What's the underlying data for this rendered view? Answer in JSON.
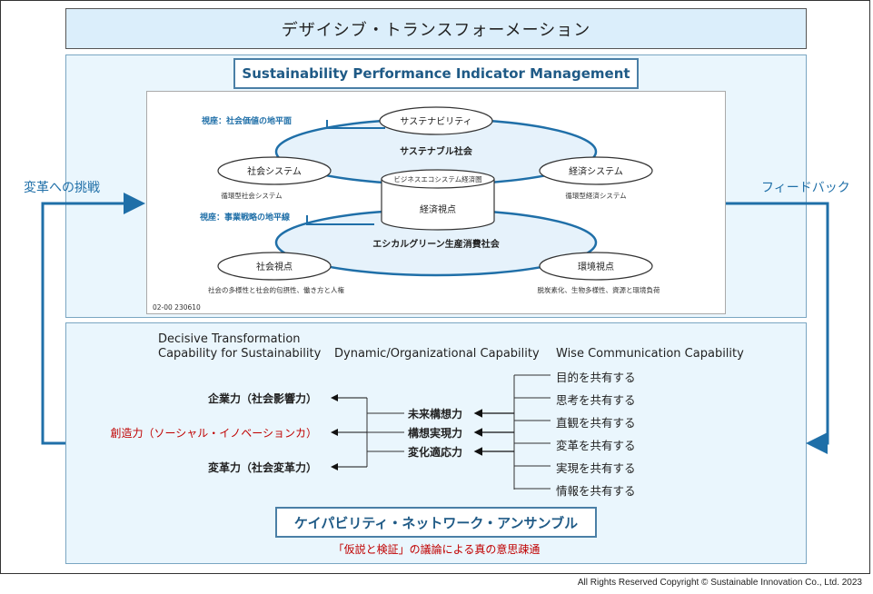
{
  "banner": {
    "title": "デザイシブ・トランスフォーメーション"
  },
  "spim": {
    "title": "Sustainability Performance Indicator Management"
  },
  "side": {
    "left": "変革への挑戦",
    "right": "フィードバック"
  },
  "figure": {
    "view_social": "視座：社会価値の地平面",
    "view_business": "視座：事業戦略の地平線",
    "sustainability": "サステナビリティ",
    "sustainable_society": "サステナブル社会",
    "social_system": "社会システム",
    "social_system_note": "循環型社会システム",
    "eco_system": "経済システム",
    "eco_system_note": "循環型経済システム",
    "ecosystem_sphere": "ビジネスエコシステム経済圏",
    "economic_view": "経済視点",
    "ethical": "エシカルグリーン生産消費社会",
    "social_view": "社会視点",
    "social_view_note": "社会の多様性と社会的包摂性、働き方と人権",
    "env_view": "環境視点",
    "env_view_note": "脱炭素化、生物多様性、資源と環境負荷",
    "code": "02-00 230610"
  },
  "capability": {
    "col1_line1": "Decisive Transformation",
    "col1_line2": "Capability for Sustainability",
    "col2": "Dynamic/Organizational Capability",
    "col3": "Wise Communication Capability",
    "left_items": [
      "企業力（社会影響力）",
      "創造力（ソーシャル・イノベーションカ）",
      "変革力（社会変革力）"
    ],
    "mid_items": [
      "未来構想力",
      "構想実現力",
      "変化適応力"
    ],
    "right_items": [
      "目的を共有する",
      "思考を共有する",
      "直観を共有する",
      "変革を共有する",
      "実現を共有する",
      "情報を共有する"
    ],
    "accent_red": "#c00000"
  },
  "ensemble": {
    "title": "ケイパビリティ・ネットワーク・アンサンブル",
    "note": "「仮説と検証」の議論による真の意思疎通"
  },
  "copyright": "All Rights Reserved Copyright © Sustainable Innovation Co., Ltd. 2023",
  "colors": {
    "accent_blue": "#1f6fa8",
    "panel": "#eaf6fd",
    "banner": "#dbeefb"
  }
}
